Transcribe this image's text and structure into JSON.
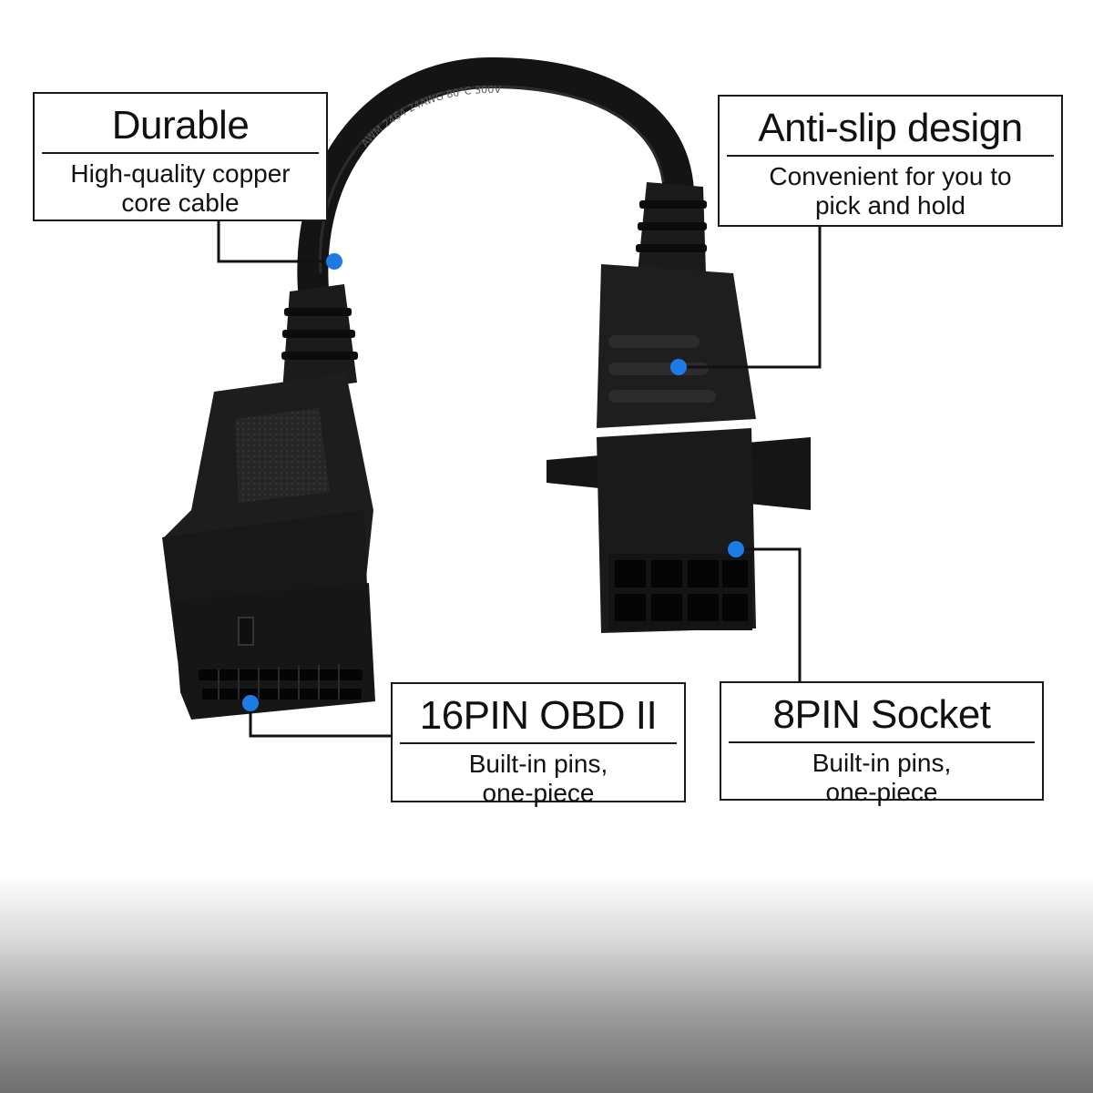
{
  "colors": {
    "accent_dot": "#1e7be6",
    "leader_line": "#111111",
    "connector_body": "#1b1b1b",
    "floor_shadow": "#6f6f6f"
  },
  "callouts": {
    "durable": {
      "title": "Durable",
      "desc_line1": "High-quality copper",
      "desc_line2": "core cable"
    },
    "anti_slip": {
      "title": "Anti-slip design",
      "desc_line1": "Convenient for you to",
      "desc_line2": "pick and hold"
    },
    "obd16": {
      "title": "16PIN OBD II",
      "desc_line1": "Built-in pins,",
      "desc_line2": "one-piece"
    },
    "pin8": {
      "title": "8PIN Socket",
      "desc_line1": "Built-in pins,",
      "desc_line2": "one-piece"
    }
  },
  "product": {
    "cable_print": "AWM 2464 24AWG 80°C 300V"
  }
}
